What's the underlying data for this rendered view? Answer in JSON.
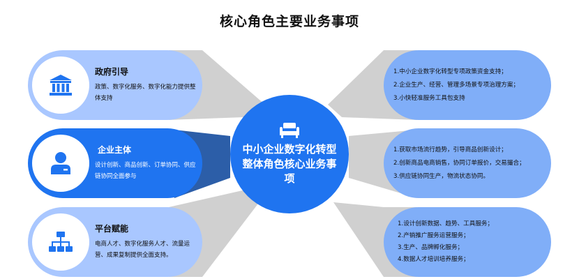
{
  "page": {
    "title": "核心角色主要业务事项"
  },
  "center": {
    "text": "中小企业数字化转型整体角色核心业务事项",
    "icon": "sofa-icon"
  },
  "roles": [
    {
      "title": "政府引导",
      "desc": "政策、数字化服务、数字化能力提供整体支持",
      "icon": "government-building-icon"
    },
    {
      "title": "企业主体",
      "desc": "设计创新、商品创新、订单协同、供应链协同全面参与",
      "icon": "person-icon"
    },
    {
      "title": "平台赋能",
      "desc": "电商人才、数字化服务人才、流量运营、成果复制提供全面支持。",
      "icon": "hierarchy-icon"
    }
  ],
  "tasks": [
    {
      "items": [
        "1.中小企业数字化转型专项政策资金支持；",
        "2.企业生产、经营、管理多场景专项治理方案；",
        "3.小快轻准服务工具包支持"
      ]
    },
    {
      "items": [
        "1.获取市场流行趋势，引导商品创新设计；",
        "2.创新商品电商销售，协同订单报价，交易撮合；",
        "3.供应链协同生产，物流状态协同。"
      ]
    },
    {
      "items": [
        "1.设计创新数据、趋势、工具服务；",
        "2.产销推广服务运营服务；",
        "3.生产、品牌孵化服务；",
        "4.数据人才培训培养服务；"
      ]
    }
  ],
  "colors": {
    "primary": "#1f74f0",
    "light": "#a9c7ff",
    "task": "#80aef8",
    "connector": "#d0d0d0"
  }
}
